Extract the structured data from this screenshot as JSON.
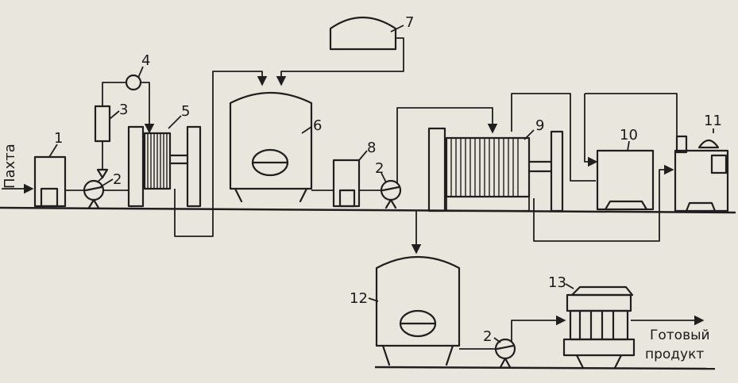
{
  "labels": {
    "input": "Пахта",
    "output_line1": "Готовый",
    "output_line2": "продукт"
  },
  "callouts": [
    "1",
    "2",
    "3",
    "4",
    "5",
    "6",
    "7",
    "8",
    "2",
    "9",
    "10",
    "11",
    "12",
    "2",
    "13"
  ]
}
